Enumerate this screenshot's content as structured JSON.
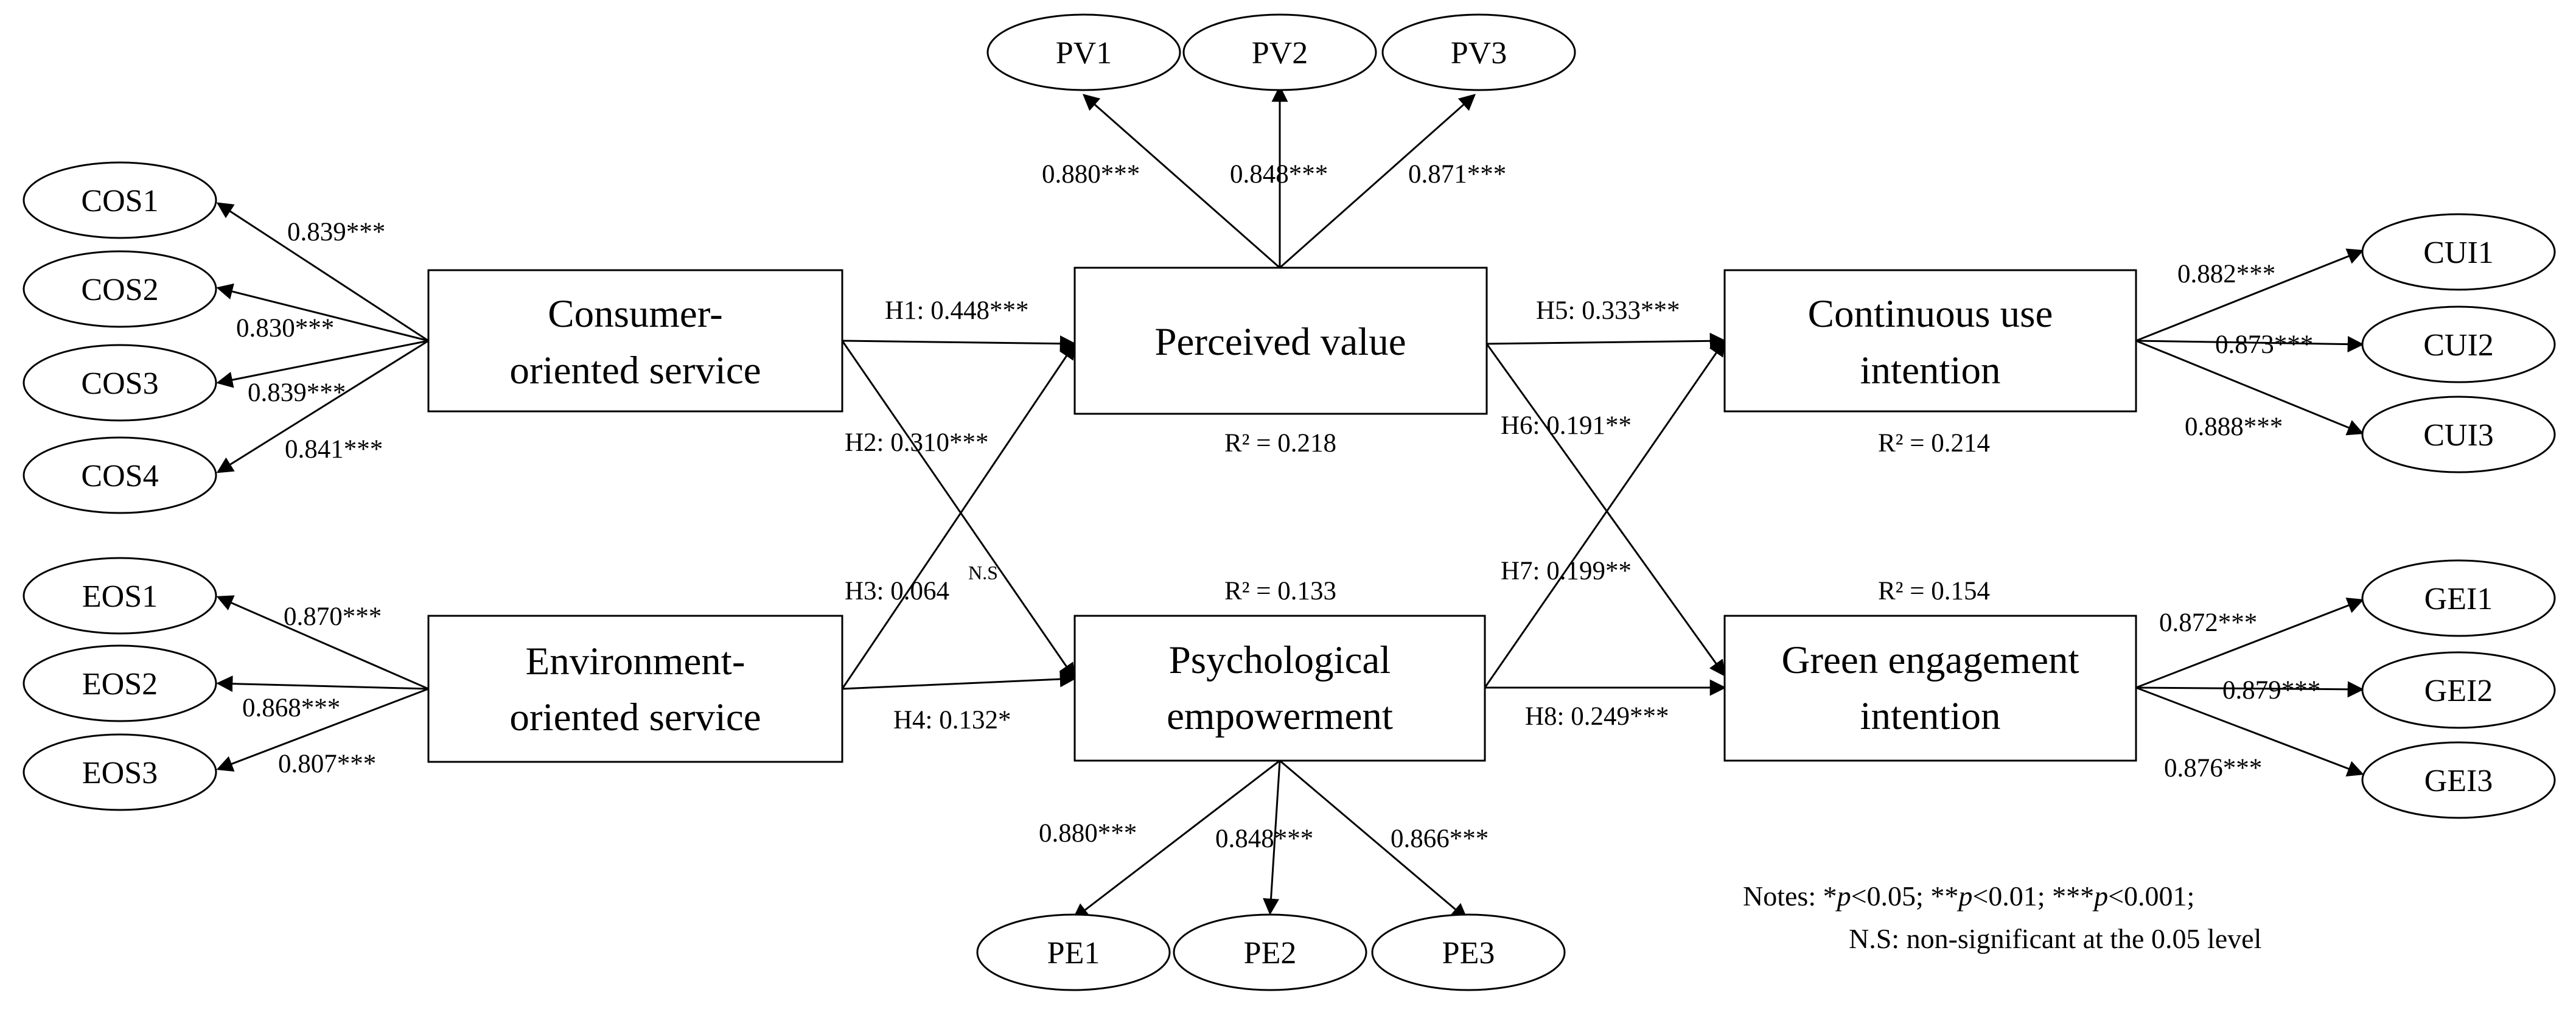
{
  "constructs": {
    "cos_line1": "Consumer-",
    "cos_line2": "oriented service",
    "eos_line1": "Environment-",
    "eos_line2": "oriented service",
    "pv": "Perceived value",
    "pe_line1": "Psychological",
    "pe_line2": "empowerment",
    "cui_line1": "Continuous use",
    "cui_line2": "intention",
    "gei": "Green engagement",
    "gei_line2": "intention"
  },
  "indicators": {
    "cos": [
      "COS1",
      "COS2",
      "COS3",
      "COS4"
    ],
    "eos": [
      "EOS1",
      "EOS2",
      "EOS3"
    ],
    "pv": [
      "PV1",
      "PV2",
      "PV3"
    ],
    "pe": [
      "PE1",
      "PE2",
      "PE3"
    ],
    "cui": [
      "CUI1",
      "CUI2",
      "CUI3"
    ],
    "gei": [
      "GEI1",
      "GEI2",
      "GEI3"
    ]
  },
  "loadings": {
    "cos": [
      "0.839***",
      "0.830***",
      "0.839***",
      "0.841***"
    ],
    "eos": [
      "0.870***",
      "0.868***",
      "0.807***"
    ],
    "pv": [
      "0.880***",
      "0.848***",
      "0.871***"
    ],
    "pe": [
      "0.880***",
      "0.848***",
      "0.866***"
    ],
    "cui": [
      "0.882***",
      "0.873***",
      "0.888***"
    ],
    "gei": [
      "0.872***",
      "0.879***",
      "0.876***"
    ]
  },
  "paths": {
    "h1": "H1: 0.448***",
    "h2": "H2: 0.310***",
    "h3": "H3: 0.064",
    "h3_ns": "N.S",
    "h4": "H4: 0.132*",
    "h5": "H5: 0.333***",
    "h6": "H6: 0.191**",
    "h7": "H7: 0.199**",
    "h8": "H8: 0.249***"
  },
  "r_squared": {
    "pv": "R² = 0.218",
    "pe": "R² = 0.133",
    "cui": "R² = 0.214",
    "gei": "R² = 0.154"
  },
  "notes": {
    "prefix": "Notes: *",
    "p": "p",
    "p1": "<0.05; **",
    "p2": "<0.01; ***",
    "p3": "<0.001;",
    "line2": "N.S: non-significant at the 0.05 level"
  }
}
